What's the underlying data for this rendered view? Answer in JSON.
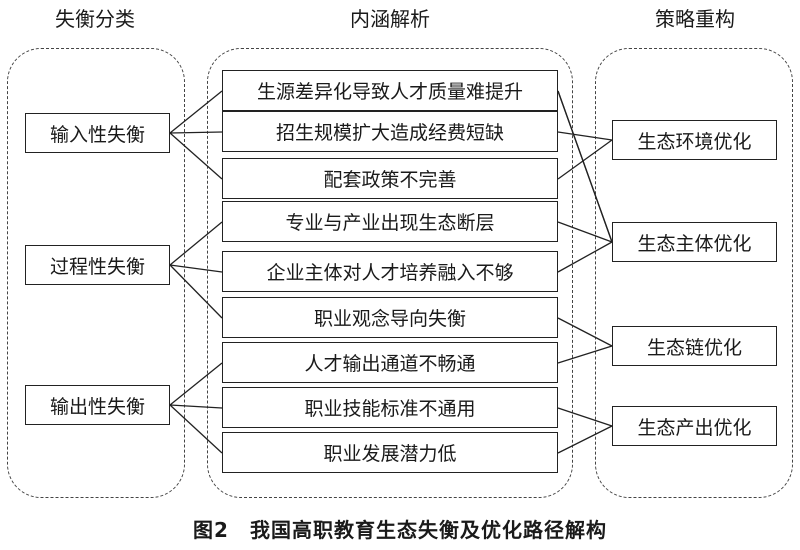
{
  "columns": {
    "left_title": "失衡分类",
    "mid_title": "内涵解析",
    "right_title": "策略重构"
  },
  "left_items": [
    "输入性失衡",
    "过程性失衡",
    "输出性失衡"
  ],
  "mid_items": [
    "生源差异化导致人才质量难提升",
    "招生规模扩大造成经费短缺",
    "配套政策不完善",
    "专业与产业出现生态断层",
    "企业主体对人才培养融入不够",
    "职业观念导向失衡",
    "人才输出通道不畅通",
    "职业技能标准不通用",
    "职业发展潜力低"
  ],
  "right_items": [
    "生态环境优化",
    "生态主体优化",
    "生态链优化",
    "生态产出优化"
  ],
  "left_links": [
    [
      0,
      0
    ],
    [
      0,
      1
    ],
    [
      0,
      2
    ],
    [
      1,
      3
    ],
    [
      1,
      4
    ],
    [
      1,
      5
    ],
    [
      2,
      6
    ],
    [
      2,
      7
    ],
    [
      2,
      8
    ]
  ],
  "right_links": [
    [
      0,
      1
    ],
    [
      1,
      0
    ],
    [
      2,
      0
    ],
    [
      0,
      1
    ],
    [
      3,
      1
    ],
    [
      4,
      1
    ],
    [
      5,
      2
    ],
    [
      6,
      2
    ],
    [
      7,
      3
    ],
    [
      8,
      3
    ]
  ],
  "caption": "图2　我国高职教育生态失衡及优化路径解构"
}
